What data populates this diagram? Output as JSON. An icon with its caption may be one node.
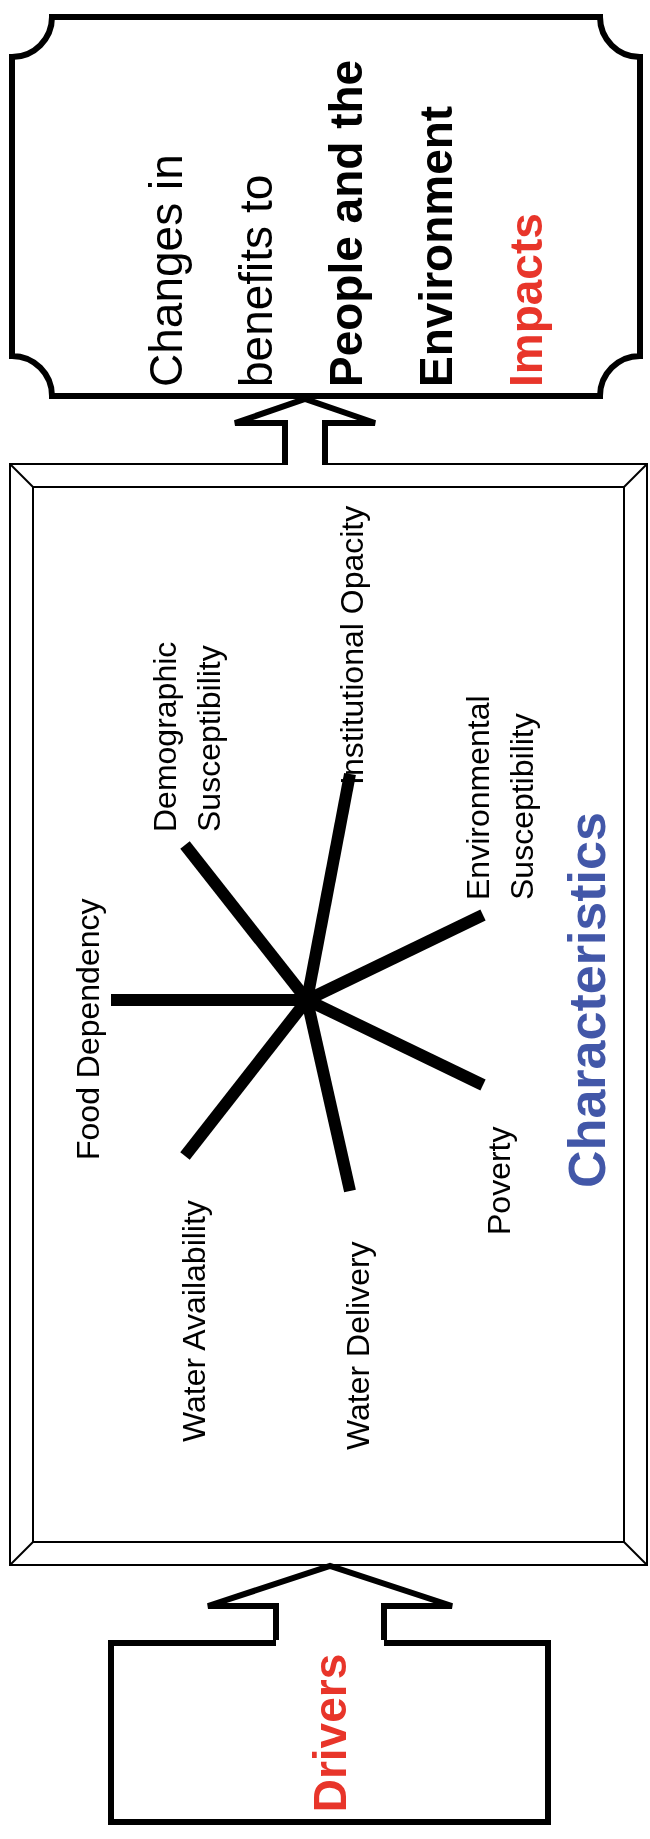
{
  "diagram": {
    "nodes": [
      {
        "text": [
          "Changes in benefits to **People and the Environment**",
          "Impacts"
        ]
      },
      {
        "text": [
          "Characteristics"
        ]
      },
      {
        "text": [
          "Drivers"
        ]
      }
    ],
    "edges": [
      {
        "from": 2,
        "to": 1,
        "arrow": "to"
      },
      {
        "from": 1,
        "to": 0,
        "arrow": "to"
      }
    ],
    "labels": [
      "Food Dependency",
      "Demographic Susceptibility",
      "Institutional Opacity",
      "Environmental Susceptibility",
      "Poverty",
      "Water Delivery",
      "Water Availability"
    ]
  }
}
